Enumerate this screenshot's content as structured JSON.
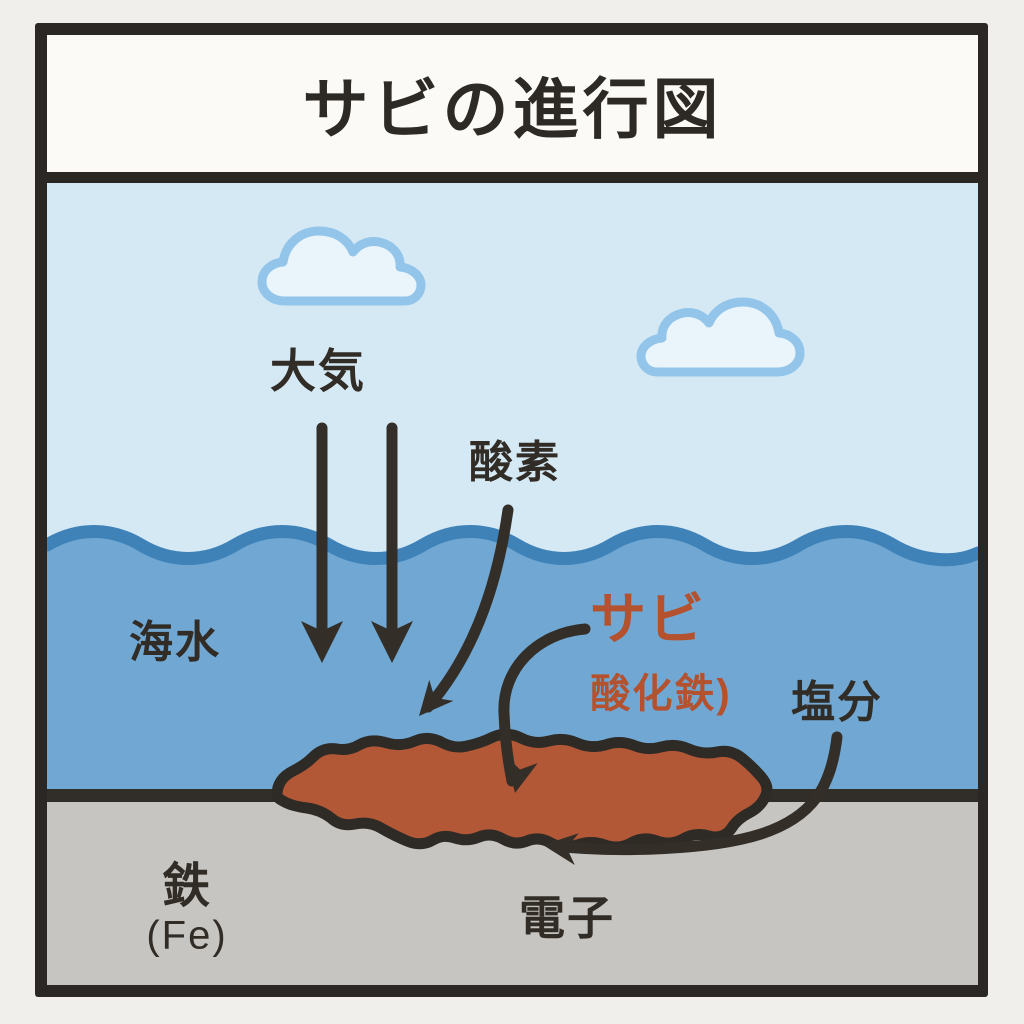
{
  "title": "サビの進行図",
  "labels": {
    "atmosphere": "大気",
    "oxygen": "酸素",
    "seawater": "海水",
    "rust": "サビ",
    "iron_oxide": "酸化鉄)",
    "salt": "塩分",
    "iron": "鉄",
    "iron_symbol": "(Fe)",
    "electron": "電子"
  },
  "icons": {
    "clouds": "cloud-icon",
    "down_arrows": "down-arrow-icon",
    "curved_arrows": "curved-arrow-icon"
  },
  "colors": {
    "page_background": "#f1efeb",
    "frame_ink": "#2b2724",
    "title_background": "#fbfaf7",
    "sky": "#d5e9f5",
    "cloud_fill": "#eaf5fb",
    "cloud_outline": "#93c5ea",
    "water": "#70a8d3",
    "wave_crest": "#3f82b8",
    "ground_iron": "#c7c5c2",
    "rust_fill": "#b25837",
    "rust_text": "#b4512f",
    "ink": "#312c26"
  }
}
